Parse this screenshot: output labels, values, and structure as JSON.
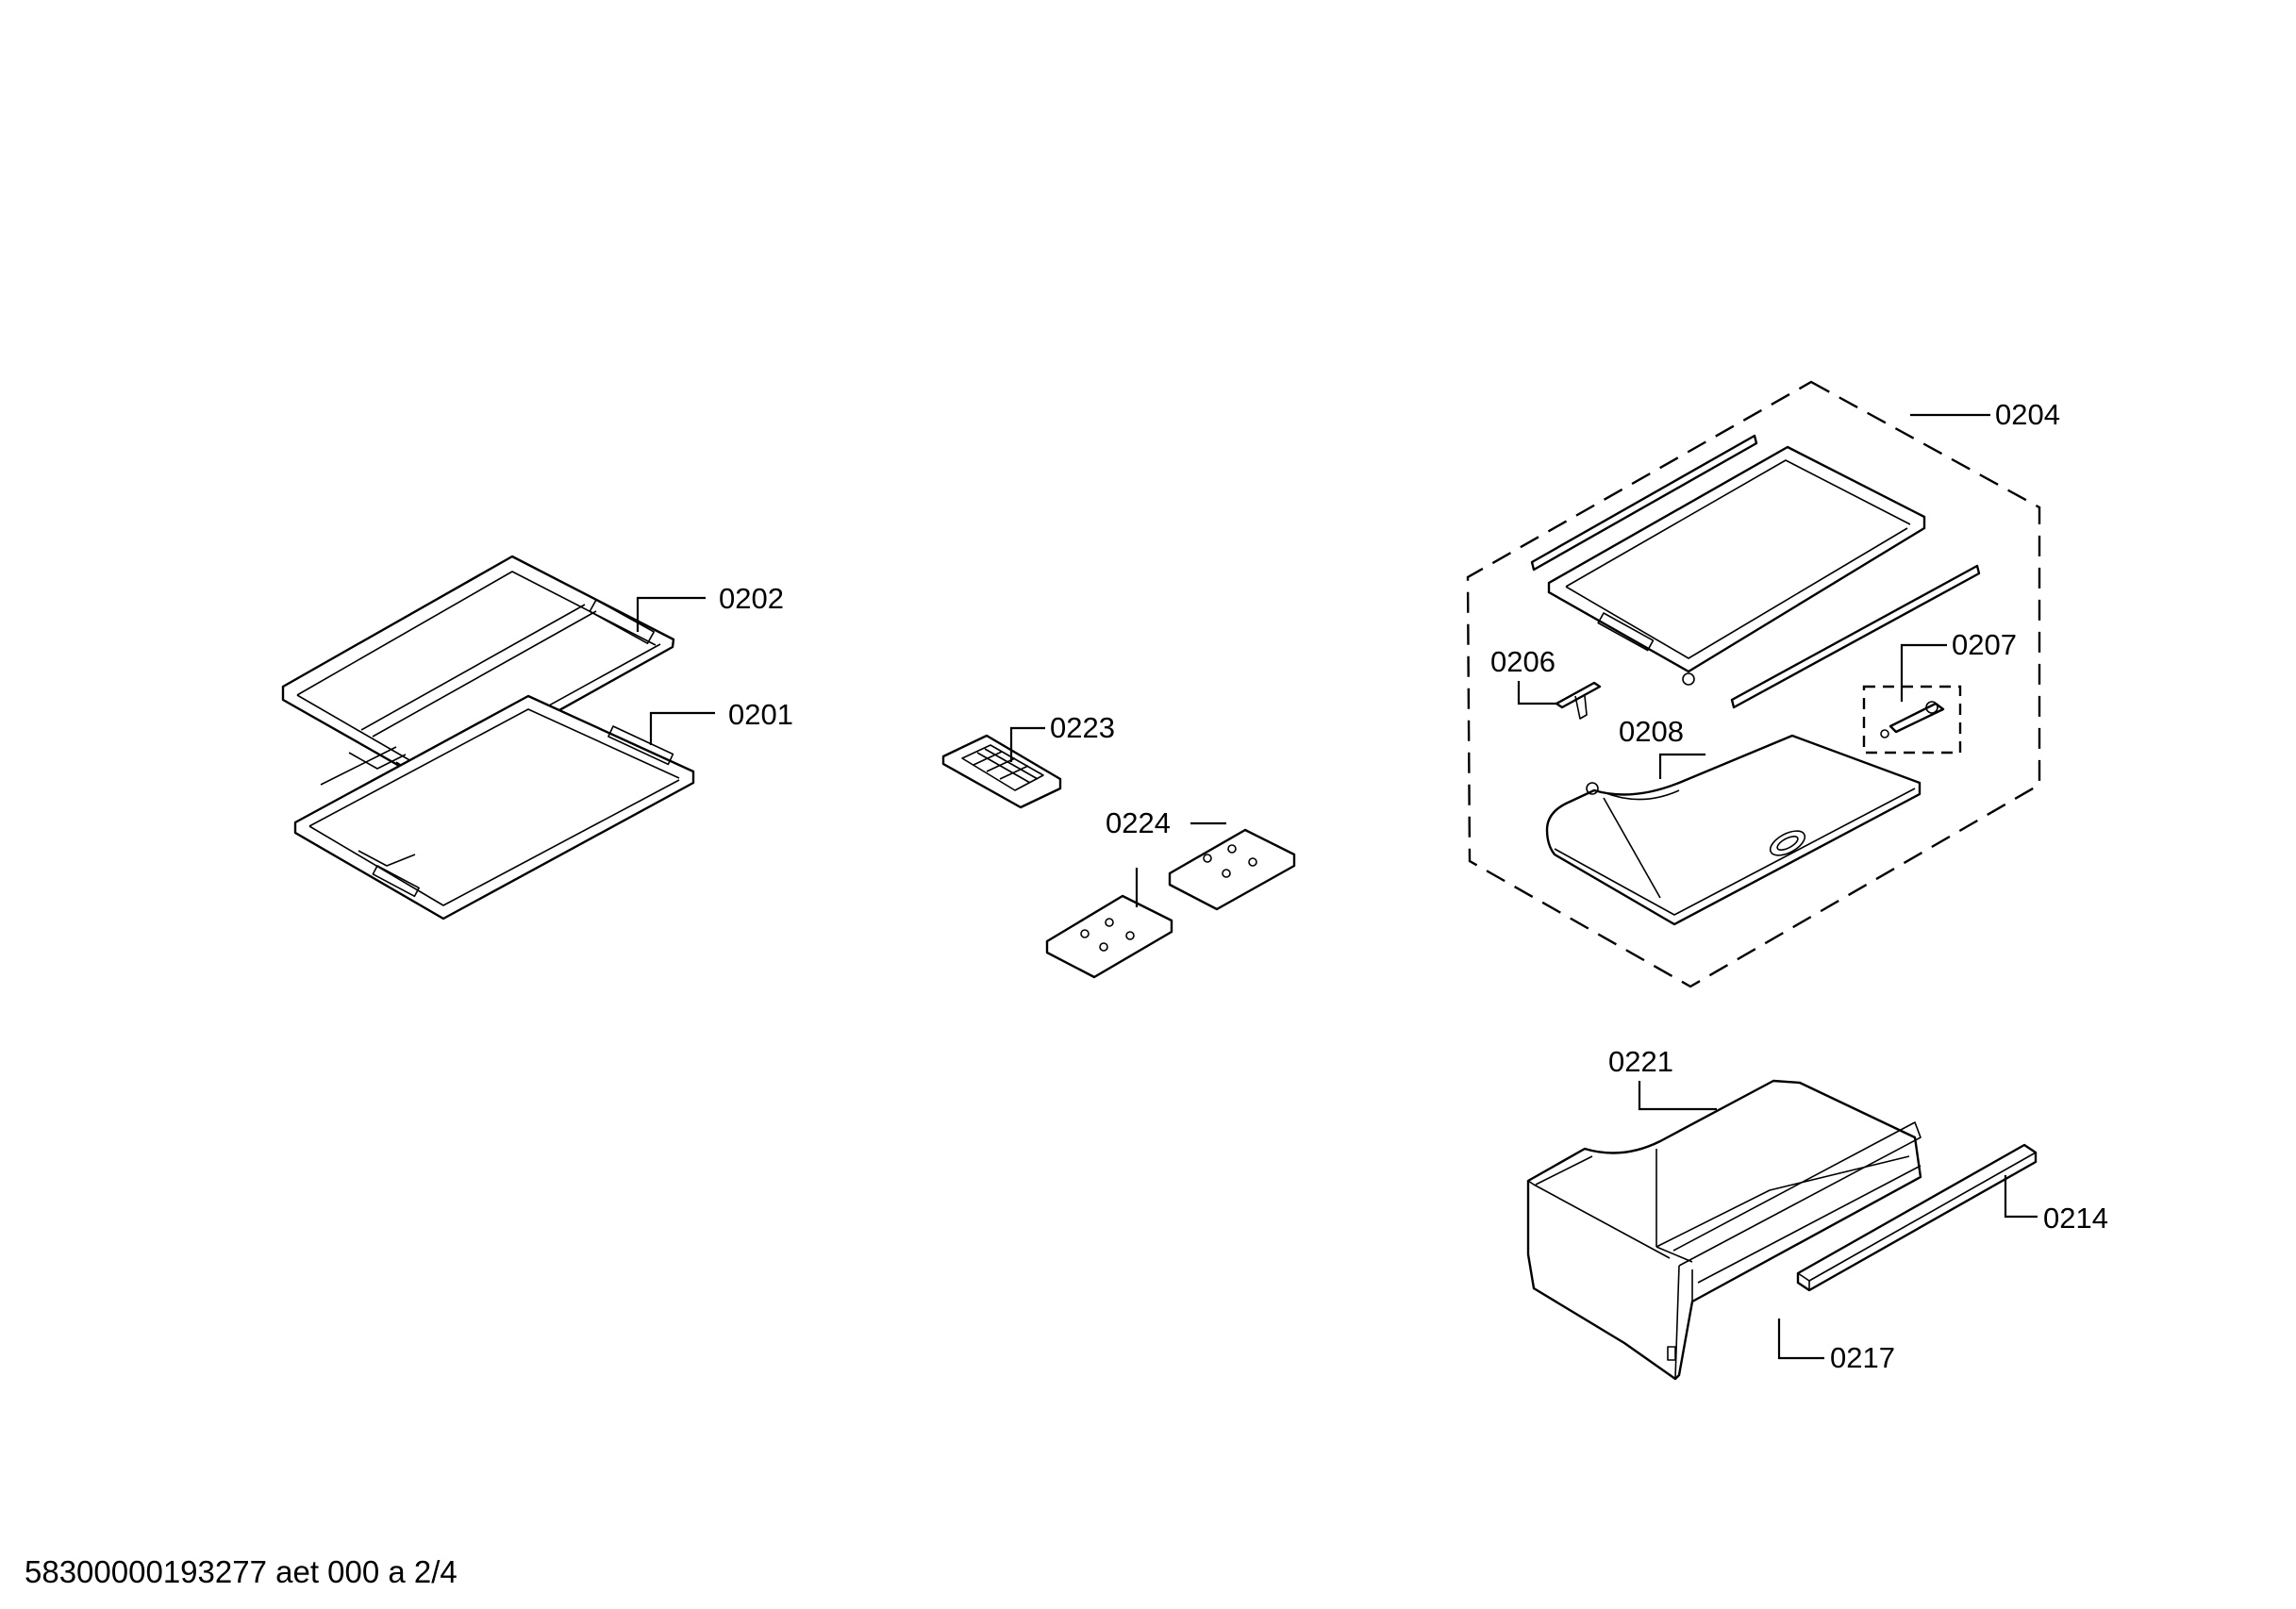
{
  "parts": {
    "p0202": "0202",
    "p0201": "0201",
    "p0223": "0223",
    "p0224": "0224",
    "p0204": "0204",
    "p0206": "0206",
    "p0207": "0207",
    "p0208": "0208",
    "p0221": "0221",
    "p0214": "0214",
    "p0217": "0217"
  },
  "footer": {
    "doc_id": "58300000193277 aet 000 a 2/4"
  }
}
